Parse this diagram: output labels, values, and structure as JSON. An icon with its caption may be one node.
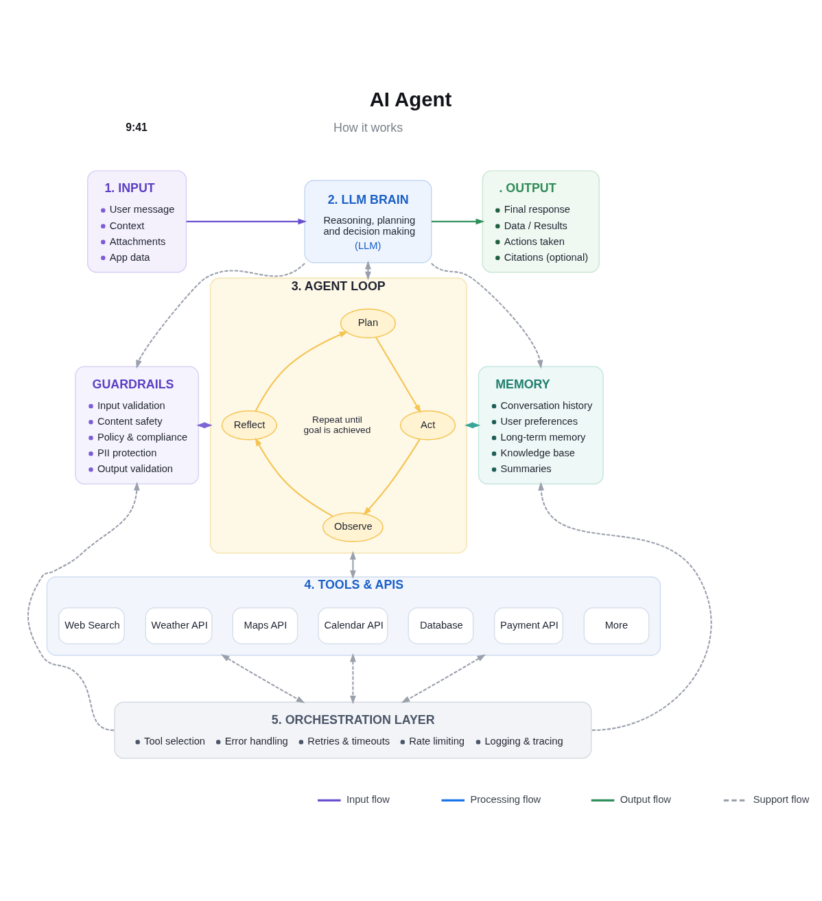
{
  "diagram": {
    "title": "AI Agent",
    "nodes": [
      {
        "text": [
          "1. INPUT",
          "User message",
          "Context",
          "Attachments",
          "App data"
        ]
      },
      {
        "text": [
          "2. LLM BRAIN",
          "Reasoning, planning and decision making",
          "(LLM)"
        ]
      },
      {
        "text": [
          ". OUTPUT",
          "Final response",
          "Data / Results",
          "Actions taken",
          "Citations (optional)"
        ]
      },
      {
        "text": [
          "GUARDRAILS",
          "Input validation",
          "Content safety",
          "Policy & compliance",
          "PII protection",
          "Output validation"
        ]
      },
      {
        "text": [
          "3. AGENT LOOP"
        ]
      },
      {
        "text": [
          "Plan"
        ],
        "in": 4
      },
      {
        "text": [
          "Reflect"
        ],
        "in": 4
      },
      {
        "text": [
          "Act"
        ],
        "in": 4
      },
      {
        "text": [
          "Observe"
        ],
        "in": 4
      },
      {
        "text": [
          "MEMORY",
          "Conversation history",
          "User preferences",
          "Long-term memory",
          "Knowledge base",
          "Summaries"
        ]
      },
      {
        "text": [
          "4. TOOLS & APIS"
        ]
      },
      {
        "text": [
          "Web Search"
        ],
        "in": 10
      },
      {
        "text": [
          "Weather API"
        ],
        "in": 10
      },
      {
        "text": [
          "Maps API"
        ],
        "in": 10
      },
      {
        "text": [
          "Calendar API"
        ],
        "in": 10
      },
      {
        "text": [
          "Database"
        ],
        "in": 10
      },
      {
        "text": [
          "Payment API"
        ],
        "in": 10
      },
      {
        "text": [
          "More"
        ],
        "in": 10
      },
      {
        "text": [
          "5. ORCHESTRATION LAYER",
          "Tool selection",
          "Error handling",
          "Retries & timeouts",
          "Rate limiting",
          "Logging & tracing"
        ]
      }
    ],
    "edges": [
      {
        "from": 0,
        "to": 1,
        "arrow": "to",
        "color": "#6a4fd0"
      },
      {
        "from": 1,
        "to": 2,
        "arrow": "to",
        "color": "#2f8f5b"
      },
      {
        "from": 1,
        "to": 3,
        "arrow": "to",
        "style": "dashed"
      },
      {
        "from": 1,
        "to": 9,
        "arrow": "to",
        "style": "dashed"
      },
      {
        "from": 1,
        "to": 4,
        "arrow": "both"
      },
      {
        "from": 3,
        "to": 4,
        "arrow": "both",
        "style": "dashed",
        "color": "#7c66d6"
      },
      {
        "from": 4,
        "to": 9,
        "arrow": "both",
        "style": "dashed",
        "color": "#3aa597"
      },
      {
        "from": 5,
        "to": 7,
        "arrow": "to",
        "color": "#f5c451"
      },
      {
        "from": 7,
        "to": 8,
        "arrow": "to",
        "color": "#f5c451"
      },
      {
        "from": 8,
        "to": 6,
        "arrow": "to",
        "color": "#f5c451"
      },
      {
        "from": 6,
        "to": 5,
        "arrow": "to",
        "color": "#f5c451"
      },
      {
        "from": 4,
        "to": 10,
        "arrow": "both"
      },
      {
        "from": 10,
        "to": 18,
        "arrow": "both",
        "style": "dashed"
      },
      {
        "from": 10,
        "to": 18,
        "arrow": "both",
        "style": "dashed"
      },
      {
        "from": 10,
        "to": 18,
        "arrow": "both",
        "style": "dashed"
      },
      {
        "from": 18,
        "to": 3,
        "arrow": "to",
        "style": "dashed"
      },
      {
        "from": 18,
        "to": 9,
        "arrow": "to",
        "style": "dashed"
      }
    ],
    "labels": [
      "9:41",
      "How it works",
      "Repeat until goal is achieved"
    ],
    "legend": [
      {
        "text": "Input flow"
      },
      {
        "text": "Processing flow"
      },
      {
        "text": "Output flow"
      },
      {
        "text": "Support flow"
      }
    ]
  }
}
